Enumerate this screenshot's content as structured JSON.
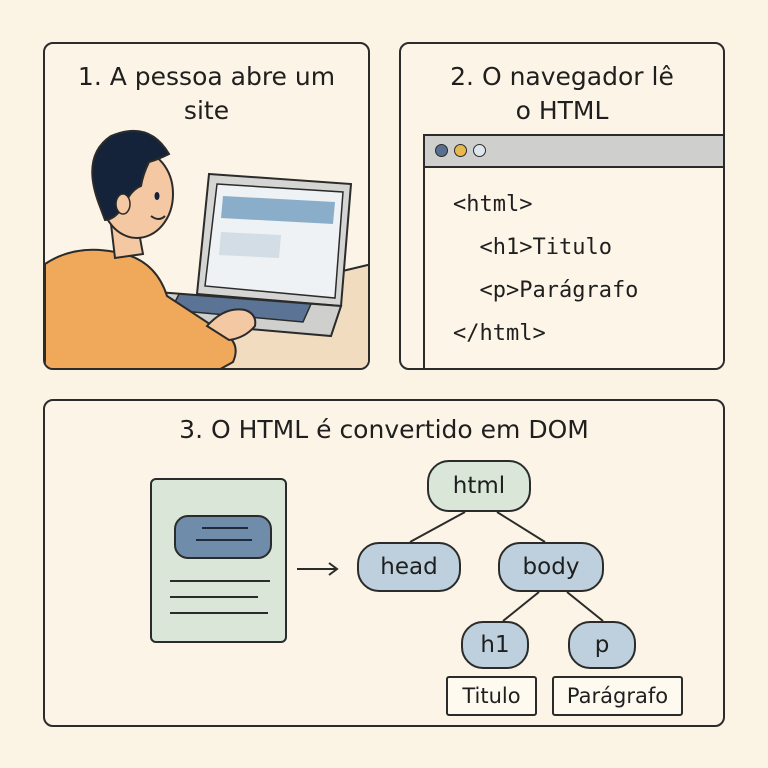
{
  "panel1": {
    "title_line1": "1. A pessoa abre um",
    "title_line2": "site"
  },
  "panel2": {
    "title_line1": "2. O navegador lê",
    "title_line2": "o HTML",
    "code_lines": [
      "<html>",
      "  <h1>Titulo",
      "  <p>Parágrafo",
      "</html>"
    ]
  },
  "panel3": {
    "title": "3. O HTML é convertido em DOM",
    "tree": {
      "root": "html",
      "head": "head",
      "body": "body",
      "h1": "h1",
      "p": "p",
      "h1_text": "Titulo",
      "p_text": "Parágrafo"
    }
  },
  "colors": {
    "background": "#fbf3e4",
    "node_blue": "#bed0dd",
    "node_green": "#d9e6d8",
    "shirt": "#f0a85a",
    "hair": "#14223a",
    "laptop_screen": "#8aaec9"
  }
}
